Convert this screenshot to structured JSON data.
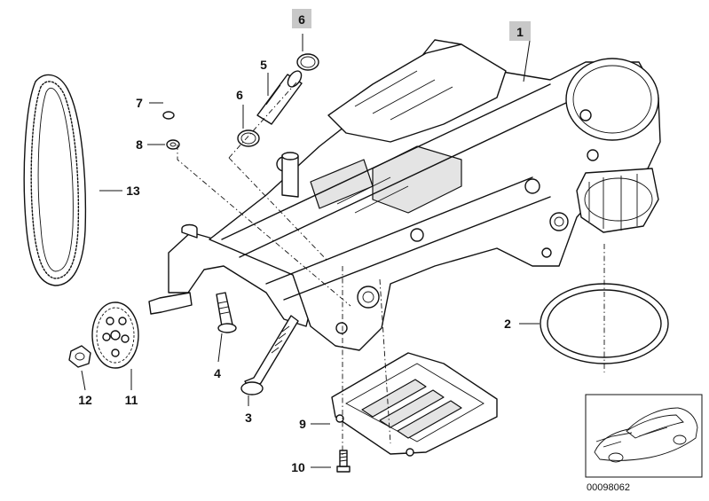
{
  "callouts": [
    {
      "id": "1",
      "label": "1",
      "highlighted": true
    },
    {
      "id": "2",
      "label": "2",
      "highlighted": false
    },
    {
      "id": "3",
      "label": "3",
      "highlighted": false
    },
    {
      "id": "4",
      "label": "4",
      "highlighted": false
    },
    {
      "id": "5",
      "label": "5",
      "highlighted": false
    },
    {
      "id": "6a",
      "label": "6",
      "highlighted": true
    },
    {
      "id": "6b",
      "label": "6",
      "highlighted": false
    },
    {
      "id": "7",
      "label": "7",
      "highlighted": false
    },
    {
      "id": "8",
      "label": "8",
      "highlighted": false
    },
    {
      "id": "9",
      "label": "9",
      "highlighted": false
    },
    {
      "id": "10",
      "label": "10",
      "highlighted": false
    },
    {
      "id": "11",
      "label": "11",
      "highlighted": false
    },
    {
      "id": "12",
      "label": "12",
      "highlighted": false
    },
    {
      "id": "13",
      "label": "13",
      "highlighted": false
    }
  ],
  "highlight_color": "#c8c8c8",
  "thumbnail": {
    "reference_number": "00098062",
    "icon": "car-silhouette-icon"
  }
}
